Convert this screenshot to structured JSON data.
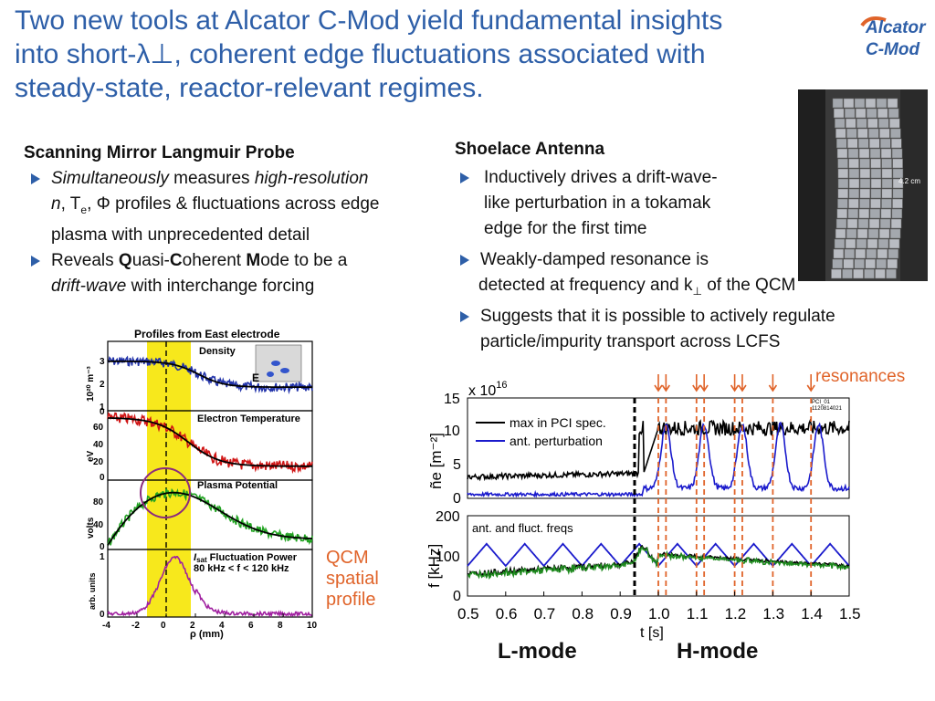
{
  "title": {
    "line1": "Two new tools at Alcator C-Mod yield fundamental insights",
    "line2a": "into short-",
    "line2_symbol": "λ⊥",
    "line2b": ", coherent edge fluctuations associated with",
    "line3": "steady-state, reactor-relevant regimes."
  },
  "logo": {
    "line1": "Alcator",
    "line2": "C-Mod"
  },
  "photo": {
    "scale_label": "4.2 cm"
  },
  "left_col": {
    "heading": "Scanning Mirror Langmuir Probe",
    "b1_i1": "Simultaneously",
    "b1_t1": " measures ",
    "b1_i2": "high-resolution",
    "b1_l2_i": "n",
    "b1_l2_t1": ", T",
    "b1_l2_sub": "e",
    "b1_l2_t2": ", Φ profiles & fluctuations across edge",
    "b1_l3": "plasma with unprecedented detail",
    "b2_t1": "Reveals ",
    "b2_q": "Q",
    "b2_t2": "uasi-",
    "b2_c": "C",
    "b2_t3": "oherent ",
    "b2_m": "M",
    "b2_t4": "ode to be a",
    "b2_l2_i": "drift-wave",
    "b2_l2_t": " with interchange forcing"
  },
  "right_col": {
    "heading": "Shoelace Antenna",
    "b1_l1": "Inductively drives a drift-wave-",
    "b1_l2": "like perturbation in a tokamak",
    "b1_l3": "edge for the first time",
    "b2_l1": "Weakly-damped resonance is",
    "b2_l2a": "detected at  frequency and k",
    "b2_l2_sub": "⊥",
    "b2_l2b": " of the QCM",
    "b3_l1": "Suggests that it is possible to actively regulate",
    "b3_l2": "particle/impurity transport across LCFS"
  },
  "probe_plot": {
    "title": "Profiles from East electrode",
    "panel1": "Density",
    "panel1_marker": "E",
    "panel2": "Electron Temperature",
    "panel3": "Plasma Potential",
    "panel4_i": "I",
    "panel4_sub": "sat",
    "panel4_t": " Fluctuation Power",
    "panel4_range": "80 kHz < f < 120 kHz",
    "ylabel1": "10²⁰ m⁻³",
    "ylabel2": "eV",
    "ylabel3": "volts",
    "ylabel4": "arb. units",
    "xlabel": "ρ (mm)",
    "xticks": [
      "-4",
      "-2",
      "0",
      "2",
      "4",
      "6",
      "8",
      "10"
    ],
    "p1_ticks": [
      "0",
      "1",
      "2",
      "3"
    ],
    "p2_ticks": [
      "0",
      "20",
      "40",
      "60"
    ],
    "p3_ticks": [
      "0",
      "40",
      "80"
    ],
    "p4_ticks": [
      "0",
      "1"
    ]
  },
  "qcm_label": {
    "l1": "QCM",
    "l2": "spatial",
    "l3": "profile"
  },
  "shoelace_plot": {
    "resonances_label": "resonances",
    "exp_label": "x 10",
    "exp_power": "16",
    "legend1": "max in PCI spec.",
    "legend2": "ant. perturbation",
    "ylabel_top": "ñe [m⁻²]",
    "top_ticks": [
      "0",
      "5",
      "10",
      "15"
    ],
    "panel2_label": "ant. and fluct. freqs",
    "ylabel_bottom": "f [kHz]",
    "bottom_ticks": [
      "0",
      "100",
      "200"
    ],
    "xticks": [
      "0.5",
      "0.6",
      "0.7",
      "0.8",
      "0.9",
      "1.0",
      "1.1",
      "1.2",
      "1.3",
      "1.4",
      "1.5"
    ],
    "xlabel": "t [s]",
    "shot_l1": "PCI_01",
    "shot_l2": "1120814021",
    "lmode": "L-mode",
    "hmode": "H-mode"
  },
  "colors": {
    "title": "#2E5FA8",
    "accent": "#E0642A",
    "band": "#F7E81C"
  }
}
